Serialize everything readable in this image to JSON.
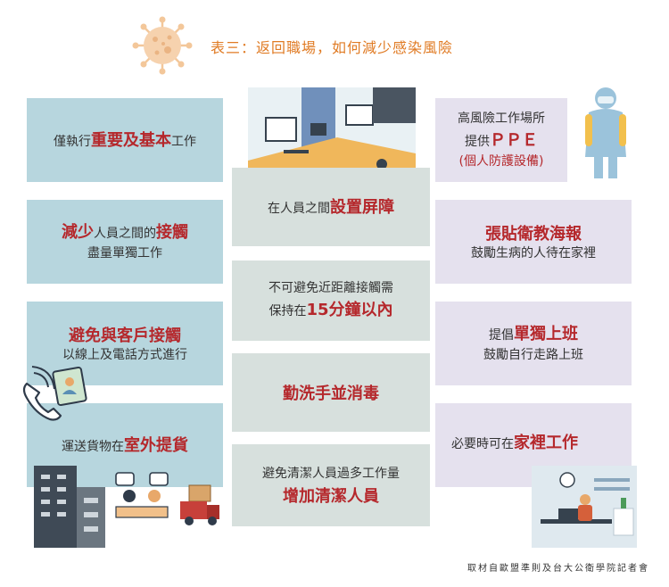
{
  "title": "表三：返回職場，如何減少感染風險",
  "source": "取材自歐盟準則及台大公衛學院記者會",
  "left": [
    {
      "pre": "僅執行",
      "hl": "重要及基本",
      "post": "工作",
      "sub": ""
    },
    {
      "hl": "減少",
      "pre": "人員之間的",
      "hl2": "接觸",
      "sub": "盡量單獨工作"
    },
    {
      "hl": "避免與客戶接觸",
      "sub": "以線上及電話方式進行"
    },
    {
      "pre": "運送貨物在",
      "hl": "室外提貨"
    }
  ],
  "center": [
    {
      "pre": "在人員之間",
      "hl": "設置屏障"
    },
    {
      "line1": "不可避免近距離接觸需",
      "pre": "保持在",
      "hl": "15分鐘以內"
    },
    {
      "hl": "勤洗手並消毒"
    },
    {
      "line1": "避免清潔人員過多工作量",
      "hl": "增加清潔人員"
    }
  ],
  "right": [
    {
      "line1": "高風險工作場所",
      "pre": "提供",
      "hl": "ＰＰＥ",
      "line3": "(個人防護設備)"
    },
    {
      "hl": "張貼衛教海報",
      "sub": "鼓勵生病的人待在家裡"
    },
    {
      "pre": "提倡",
      "hl": "單獨上班",
      "sub": "鼓勵自行走路上班"
    },
    {
      "pre": "必要時可在",
      "hl": "家裡工作"
    }
  ]
}
